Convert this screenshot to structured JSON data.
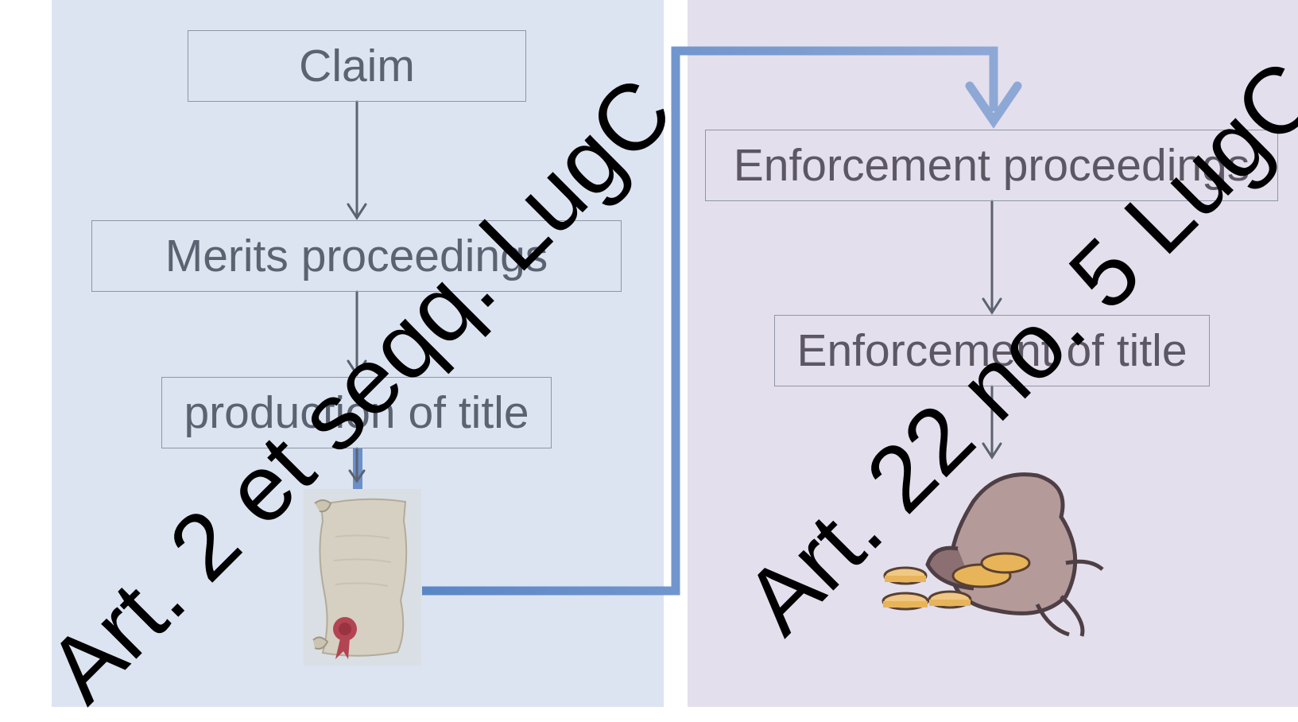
{
  "colors": {
    "left_panel": "#dce4f1",
    "right_panel": "#e4dfec",
    "box_border": "#8e96a6",
    "box_text": "#5b6372",
    "arrow": "#5c6370",
    "connector": "#6a8fcb",
    "stamp_text": "#000000"
  },
  "boxes": {
    "claim": "Claim",
    "merits": "Merits proceedings",
    "title_production": "production of title",
    "enforcement_proceedings": "Enforcement proceedings",
    "enforcement_of_title": "Enforcement of title"
  },
  "stamps": {
    "left": "Art. 2 et seqq. LugC",
    "right": "Art. 22 no. 5 LugC"
  },
  "icons": {
    "title_document": "scroll-with-seal-icon",
    "money": "money-bag-with-coins-icon"
  }
}
